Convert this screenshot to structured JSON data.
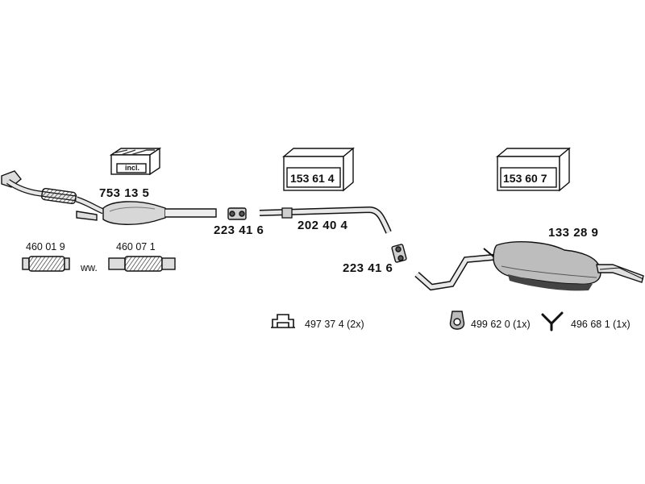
{
  "parts": {
    "front_pipe": "753 13 5",
    "incl_label": "incl.",
    "clamp_left": "223 41 6",
    "mid_pipe": "202 40 4",
    "clamp_right": "223 41 6",
    "center_box": "153 61 4",
    "right_box": "153 60 7",
    "rear_muffler": "133 28 9",
    "flex_a": "460 01 9",
    "ww": "ww.",
    "flex_b": "460 07 1",
    "hanger_1": "497 37 4 (2x)",
    "hanger_2": "499 62 0 (1x)",
    "hanger_3": "496 68 1 (1x)"
  },
  "colors": {
    "ink": "#111111",
    "fill": "#bdbdbd",
    "dark": "#555555"
  }
}
